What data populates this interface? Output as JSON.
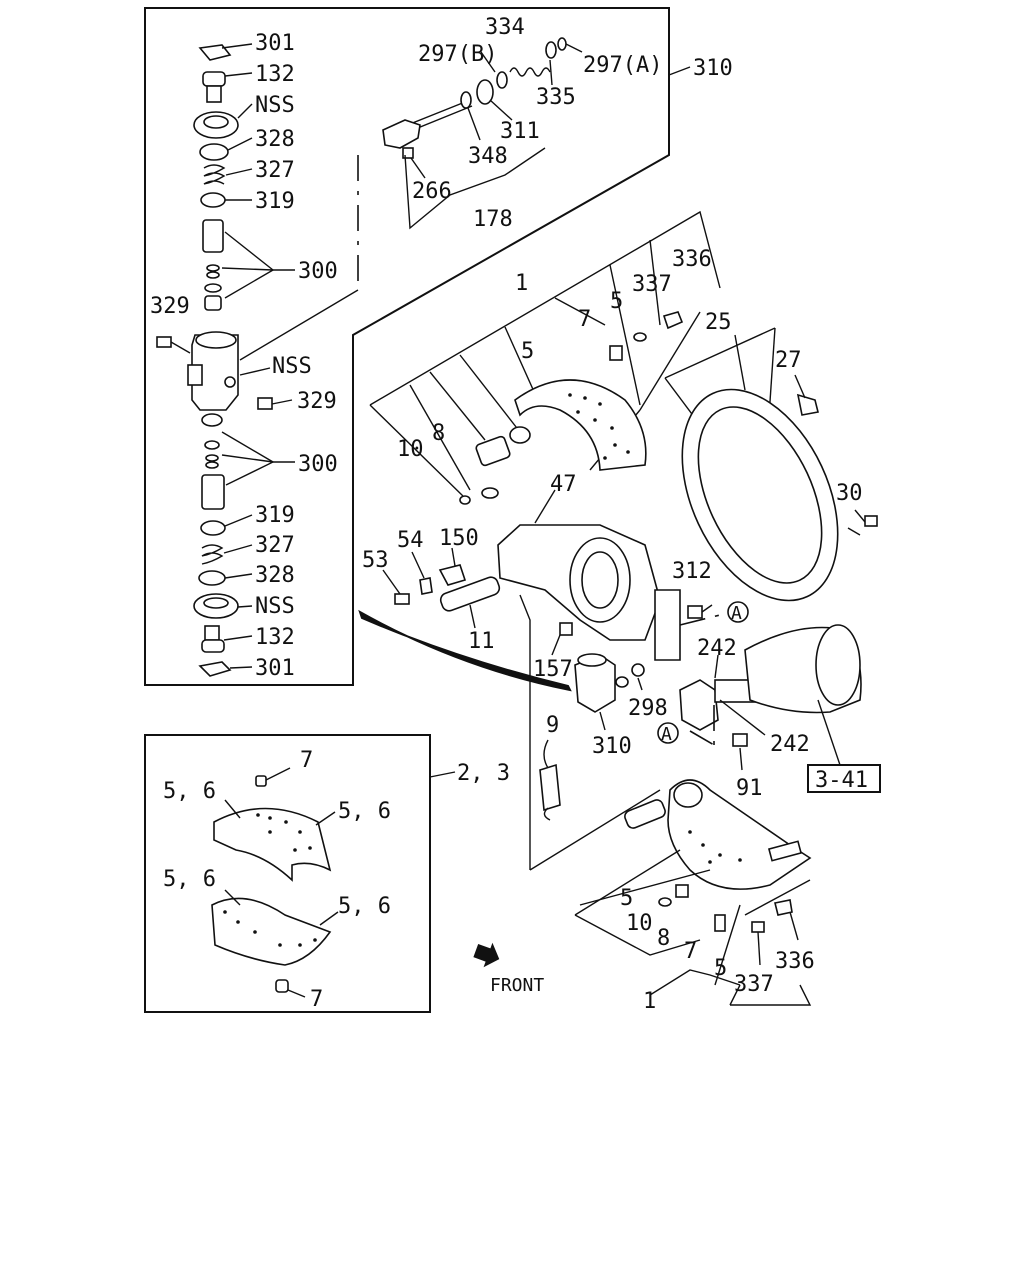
{
  "labels": {
    "p301a": "301",
    "p132a": "132",
    "nss_a": "NSS",
    "p328a": "328",
    "p327a": "327",
    "p319a": "319",
    "p300a": "300",
    "p329a": "329",
    "nss_b": "NSS",
    "p329b": "329",
    "p300b": "300",
    "p319b": "319",
    "p327b": "327",
    "p328b": "328",
    "nss_c": "NSS",
    "p132b": "132",
    "p301b": "301",
    "p334": "334",
    "p297b": "297(B)",
    "p297a": "297(A)",
    "p310a": "310",
    "p335": "335",
    "p311": "311",
    "p348": "348",
    "p266": "266",
    "p178": "178",
    "p336a": "336",
    "p337a": "337",
    "p1a": "1",
    "p5a": "5",
    "p7a": "7",
    "p5b": "5",
    "p25": "25",
    "p27": "27",
    "p8a": "8",
    "p10a": "10",
    "p47": "47",
    "p30": "30",
    "p54": "54",
    "p150": "150",
    "p53": "53",
    "p312": "312",
    "circA1": "A",
    "p11": "11",
    "p242a": "242",
    "p157": "157",
    "p298": "298",
    "p310b": "310",
    "p242b": "242",
    "circA2": "A",
    "p9": "9",
    "p91": "91",
    "ref341": "3-41",
    "p7b": "7",
    "p23": "2, 3",
    "p56a": "5, 6",
    "p56b": "5, 6",
    "p56c": "5, 6",
    "p56d": "5, 6",
    "p7c": "7",
    "p5c": "5",
    "p10b": "10",
    "p8b": "8",
    "p7d": "7",
    "p5d": "5",
    "p337b": "337",
    "p336b": "336",
    "p1b": "1",
    "front": "FRONT"
  }
}
